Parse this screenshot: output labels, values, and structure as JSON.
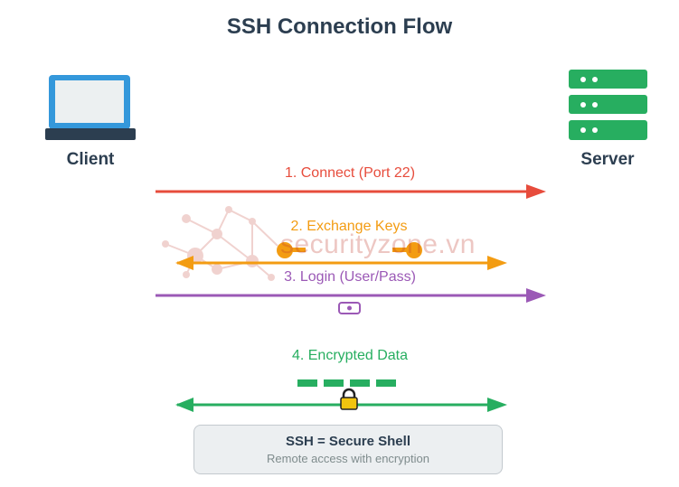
{
  "title": "SSH Connection Flow",
  "client": {
    "label": "Client",
    "icon": "laptop-icon"
  },
  "server": {
    "label": "Server",
    "icon": "server-icon"
  },
  "steps": [
    {
      "label": "1. Connect (Port 22)",
      "color": "#e74c3c"
    },
    {
      "label": "2. Exchange Keys",
      "color": "#f39c12"
    },
    {
      "label": "3. Login (User/Pass)",
      "color": "#9b59b6"
    },
    {
      "label": "4. Encrypted Data",
      "color": "#27ae60"
    }
  ],
  "info": {
    "title": "SSH = Secure Shell",
    "subtitle": "Remote access with encryption"
  },
  "watermark": "securityzone.vn",
  "colors": {
    "text": "#2c3e50",
    "laptop": "#3498db",
    "server": "#27ae60"
  }
}
